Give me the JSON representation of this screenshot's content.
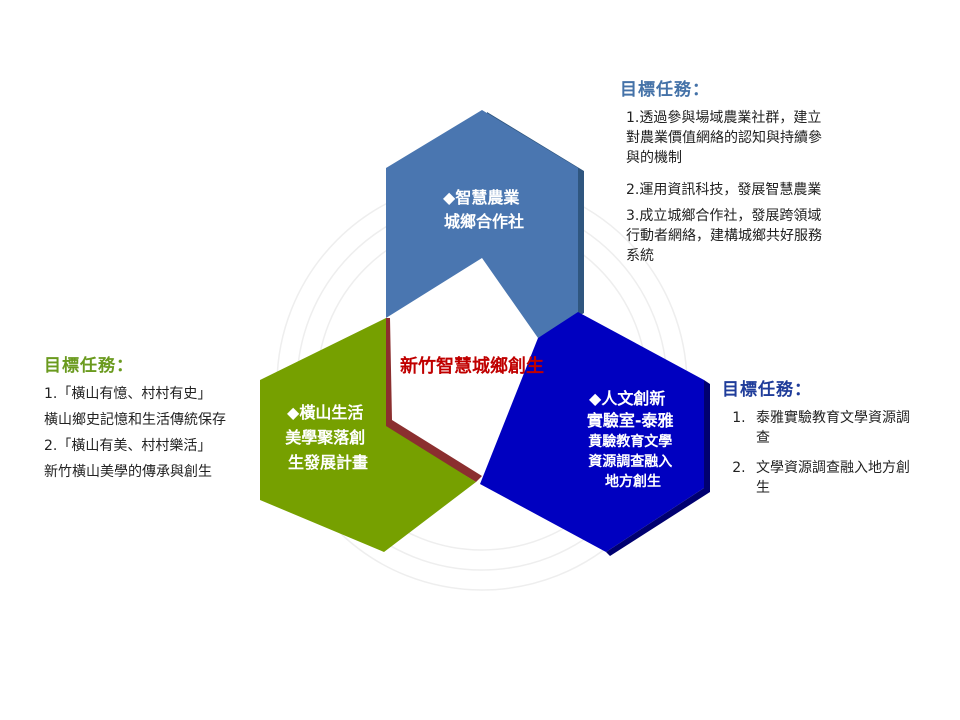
{
  "diagram": {
    "center": {
      "label": "新竹智慧城鄉創生"
    },
    "hexagons": [
      {
        "id": "top",
        "lines": [
          "◆智慧農業",
          "城鄉合作社"
        ],
        "color": "#4a76b0"
      },
      {
        "id": "left",
        "lines": [
          "◆橫山生活",
          "美學聚落創",
          "生發展計畫"
        ],
        "color": "#76a000"
      },
      {
        "id": "right",
        "lines": [
          "◆人文創新",
          "實驗室-泰雅",
          "賁驗教育文學",
          "資源調查融入",
          "地方創生"
        ],
        "color": "#0000c0"
      }
    ]
  },
  "panels": {
    "top": {
      "title": "目標任務：",
      "items": [
        "1.透過參與場域農業社群，建立對農業價值網絡的認知與持續參與的機制",
        "2.運用資訊科技，發展智慧農業",
        "3.成立城鄉合作社，發展跨領域行動者網絡，建構城鄉共好服務系統"
      ]
    },
    "left": {
      "title": "目標任務：",
      "items": [
        "1.「橫山有憶、村村有史」",
        "橫山鄉史記憶和生活傳統保存",
        "2.「橫山有美、村村樂活」",
        "新竹橫山美學的傳承與創生"
      ]
    },
    "right": {
      "title": "目標任務：",
      "items": [
        "泰雅實驗教育文學資源調查",
        "文學資源調查融入地方創生"
      ]
    }
  },
  "colors": {
    "top_panel_title": "#4472a8",
    "left_panel_title": "#6a9a1e",
    "right_panel_title": "#1f3c9a",
    "center_text": "#c00000"
  }
}
